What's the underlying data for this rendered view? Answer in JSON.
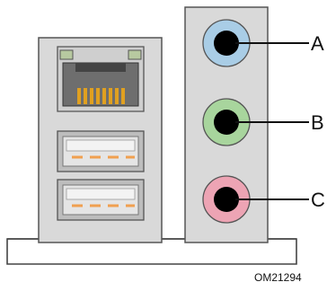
{
  "diagram": {
    "callouts": {
      "a": "A",
      "b": "B",
      "c": "C"
    },
    "figure_id": "OM21294"
  },
  "colors": {
    "metal": "#d9d9d9",
    "metal_dark": "#bfbfbf",
    "outline": "#444444",
    "jack_blue": "#a9cde6",
    "jack_green": "#a8d59d",
    "jack_pink": "#eda4b4",
    "led": "#b7c9a0",
    "usb_pin": "#f0a050",
    "rj45_pin": "#e0a020"
  }
}
